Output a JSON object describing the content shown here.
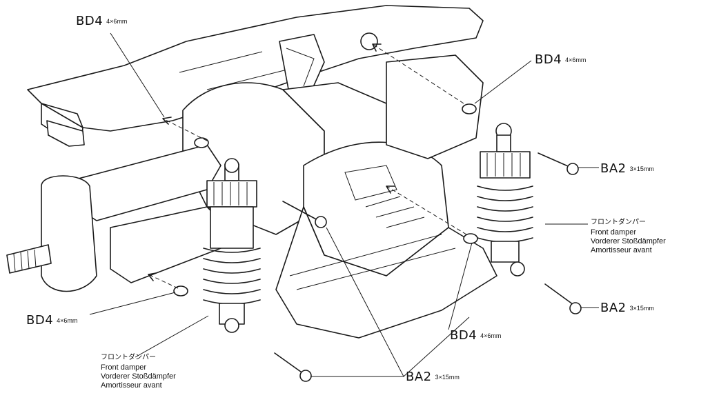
{
  "labels": {
    "bd4_top_left": {
      "part": "BD4",
      "size": "4×6mm"
    },
    "bd4_top_right": {
      "part": "BD4",
      "size": "4×6mm"
    },
    "ba2_right_upper": {
      "part": "BA2",
      "size": "3×15mm"
    },
    "ba2_right_lower": {
      "part": "BA2",
      "size": "3×15mm"
    },
    "bd4_bottom_left": {
      "part": "BD4",
      "size": "4×6mm"
    },
    "bd4_bottom_mid": {
      "part": "BD4",
      "size": "4×6mm"
    },
    "ba2_bottom": {
      "part": "BA2",
      "size": "3×15mm"
    }
  },
  "damper_right": {
    "jp": "フロントダンパー",
    "en": "Front damper",
    "de": "Vorderer Stoßdämpfer",
    "fr": "Amortisseur avant"
  },
  "damper_left": {
    "jp": "フロントダンパー",
    "en": "Front damper",
    "de": "Vorderer Stoßdämpfer",
    "fr": "Amortisseur avant"
  }
}
